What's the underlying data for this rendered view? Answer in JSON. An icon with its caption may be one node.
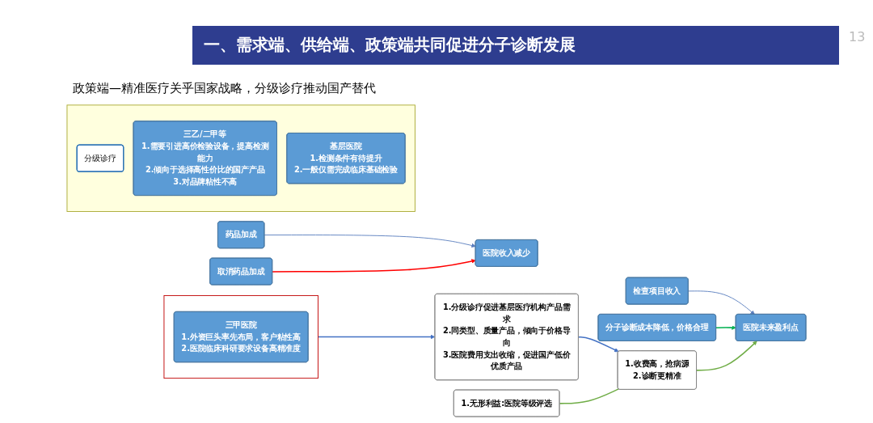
{
  "diagram": {
    "title": "一、需求端、供给端、政策端共同促进分子诊断发展",
    "nodes": [
      {
        "text": [
          "取消药品加成"
        ]
      },
      {
        "text": [
          "药品加成"
        ]
      },
      {
        "text": [
          "医院收入减少"
        ]
      },
      {
        "text": [
          "检查项目收入"
        ]
      },
      {
        "text": [
          "医院未来盈利点"
        ]
      },
      {
        "text": [
          "分子诊断成本降低，价格合理"
        ]
      },
      {
        "text": [
          "1.分级诊疗促进基层医疗机构产品需求",
          "2.同类型、质量产品，倾向于价格导向",
          "3.医院费用支出收缩，促进国产低价优质产品"
        ]
      },
      {
        "text": [
          "1.收费高，抢病源",
          "2.诊断更精准"
        ]
      },
      {
        "text": [
          "1.无形利益:医院等级评选"
        ]
      },
      {
        "text": [],
        "shape": "box"
      },
      {
        "text": [
          "三甲医院",
          "1.外资巨头率先布局，客户粘性高",
          "2.医院临床科研要求设备高精准度"
        ],
        "in": 9
      },
      {
        "text": [],
        "shape": "box"
      },
      {
        "text": [
          "分级诊疗"
        ],
        "in": 11
      },
      {
        "text": [
          "三乙/二甲等",
          "1.需要引进高价检验设备，提高检测能力",
          "2.倾向于选择高性价比的国产产品",
          "3.对品牌粘性不高"
        ],
        "in": 11
      },
      {
        "text": [
          "基层医院",
          "1.检测条件有待提升",
          "2.一般仅需完成临床基础检验"
        ],
        "in": 11
      }
    ],
    "edges": [
      {
        "from": 1,
        "to": 2,
        "arrow": "to"
      },
      {
        "from": 0,
        "to": 2,
        "arrow": "to",
        "color": "#ff0000"
      },
      {
        "from": 3,
        "to": 4,
        "arrow": "to"
      },
      {
        "from": 5,
        "to": 4,
        "arrow": "to",
        "color": "#00b050"
      },
      {
        "from": 9,
        "to": 6,
        "arrow": "to",
        "color": "#4472c4"
      },
      {
        "from": 6,
        "to": 7,
        "arrow": "to",
        "color": "#4472c4"
      },
      {
        "from": 7,
        "to": 4,
        "arrow": "to",
        "color": "#70ad47"
      },
      {
        "from": 8,
        "to": 7,
        "arrow": "none",
        "color": "#70ad47"
      }
    ],
    "labels": [
      "13",
      "政策端—精准医疗关乎国家战略，分级诊疗推动国产替代"
    ]
  }
}
